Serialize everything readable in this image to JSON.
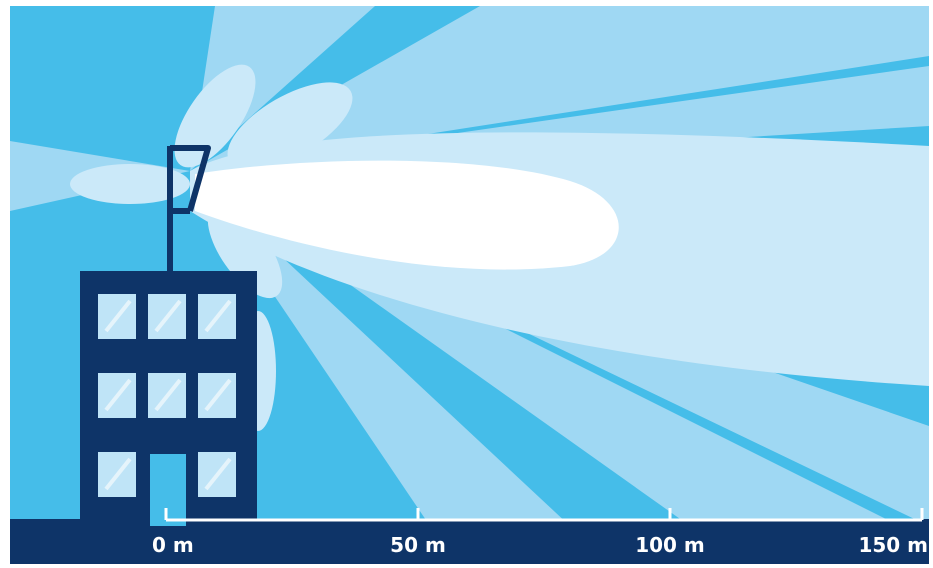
{
  "diagram": {
    "scale_ticks": [
      {
        "label": "0 m",
        "distance_m": 0
      },
      {
        "label": "50 m",
        "distance_m": 50
      },
      {
        "label": "100 m",
        "distance_m": 100
      },
      {
        "label": "150 m",
        "distance_m": 150
      }
    ],
    "colors": {
      "sky": "#45bde9",
      "beam_side_lobes": "#9fd8f3",
      "beam_mid": "#cbe9f9",
      "beam_main": "#ffffff",
      "building": "#0e3468",
      "ground": "#0e3468",
      "window": "#bfe4f7",
      "scale_line": "#ffffff"
    },
    "icons": {
      "antenna": "antenna-icon",
      "building": "building-icon"
    }
  }
}
